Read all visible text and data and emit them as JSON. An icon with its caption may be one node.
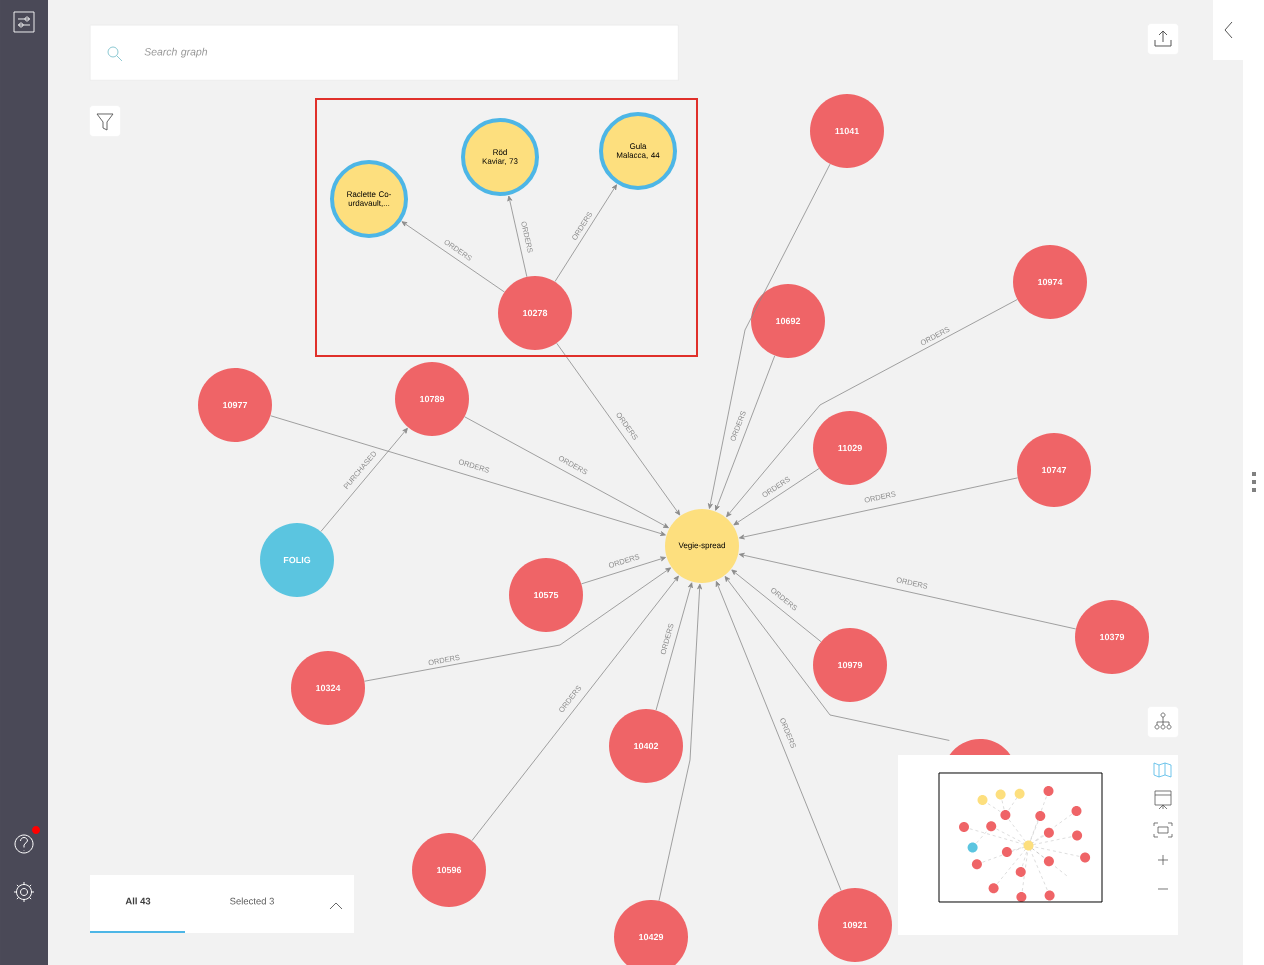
{
  "diagram": {
    "nodes": [
      {
        "text": [
          "Raclette Co-urdavault,..."
        ]
      },
      {
        "text": [
          "Röd Kaviar, 73"
        ]
      },
      {
        "text": [
          "Gula Malacca, 44"
        ]
      },
      {
        "text": [
          "10278"
        ]
      },
      {
        "text": [
          "11041"
        ]
      },
      {
        "text": [
          "10974"
        ]
      },
      {
        "text": [
          "10692"
        ]
      },
      {
        "text": [
          "10977"
        ]
      },
      {
        "text": [
          "10789"
        ]
      },
      {
        "text": [
          "11029"
        ]
      },
      {
        "text": [
          "10747"
        ]
      },
      {
        "text": [
          "FOLIG"
        ]
      },
      {
        "text": [
          "Vegie-spread"
        ]
      },
      {
        "text": [
          "10575"
        ]
      },
      {
        "text": [
          "10379"
        ]
      },
      {
        "text": [
          "10979"
        ]
      },
      {
        "text": [
          "10324"
        ]
      },
      {
        "text": [
          "10402"
        ]
      },
      {
        "text": [
          "10596"
        ]
      },
      {
        "text": [
          "10429"
        ]
      },
      {
        "text": [
          "10921"
        ]
      },
      {
        "text": [],
        "shape": "circle"
      }
    ],
    "edges": [
      {
        "from": 3,
        "to": 0,
        "arrow": "to",
        "label": "ORDERS"
      },
      {
        "from": 3,
        "to": 1,
        "arrow": "to",
        "label": "ORDERS"
      },
      {
        "from": 3,
        "to": 2,
        "arrow": "to",
        "label": "ORDERS"
      },
      {
        "from": 3,
        "to": 12,
        "arrow": "to",
        "label": "ORDERS"
      },
      {
        "from": 4,
        "to": 12,
        "arrow": "to"
      },
      {
        "from": 6,
        "to": 12,
        "arrow": "to",
        "label": "ORDERS"
      },
      {
        "from": 5,
        "to": 12,
        "arrow": "to",
        "label": "ORDERS"
      },
      {
        "from": 9,
        "to": 12,
        "arrow": "to",
        "label": "ORDERS"
      },
      {
        "from": 10,
        "to": 12,
        "arrow": "to",
        "label": "ORDERS"
      },
      {
        "from": 7,
        "to": 12,
        "arrow": "to",
        "label": "ORDERS"
      },
      {
        "from": 8,
        "to": 12,
        "arrow": "to",
        "label": "ORDERS"
      },
      {
        "from": 11,
        "to": 8,
        "arrow": "to",
        "label": "PURCHASED"
      },
      {
        "from": 13,
        "to": 12,
        "arrow": "to",
        "label": "ORDERS"
      },
      {
        "from": 16,
        "to": 12,
        "arrow": "to",
        "label": "ORDERS"
      },
      {
        "from": 14,
        "to": 12,
        "arrow": "to",
        "label": "ORDERS"
      },
      {
        "from": 15,
        "to": 12,
        "arrow": "to",
        "label": "ORDERS"
      },
      {
        "from": 21,
        "to": 12,
        "arrow": "to"
      },
      {
        "from": 17,
        "to": 12,
        "arrow": "to",
        "label": "ORDERS"
      },
      {
        "from": 19,
        "to": 12,
        "arrow": "to"
      },
      {
        "from": 18,
        "to": 12,
        "arrow": "to",
        "label": "ORDERS"
      },
      {
        "from": 20,
        "to": 12,
        "arrow": "to",
        "label": "ORDERS"
      }
    ],
    "labels": [
      "Search graph",
      "All 43",
      "Selected 3"
    ]
  }
}
